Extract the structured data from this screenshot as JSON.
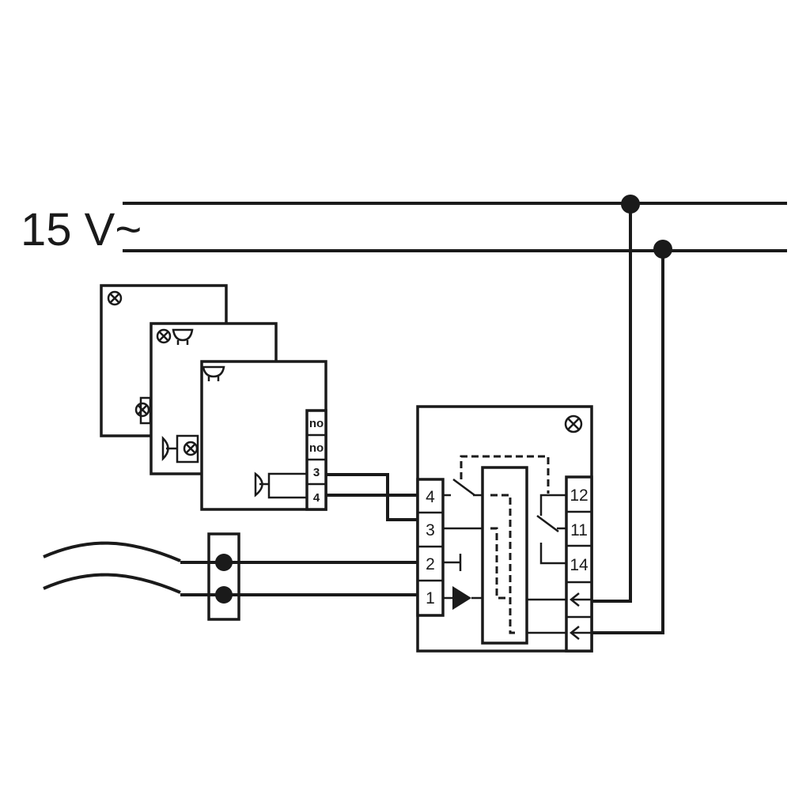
{
  "supply": {
    "label": "15 V~"
  },
  "devices": {
    "a": {
      "terminals": []
    },
    "b": {
      "terminals": []
    },
    "c": {
      "terminals": [
        "no",
        "no",
        "3",
        "4"
      ]
    }
  },
  "relay": {
    "left_terminals": [
      "4",
      "3",
      "2",
      "1"
    ],
    "right_terminals": [
      "12",
      "11",
      "14"
    ]
  },
  "colors": {
    "line": "#1a1a1a",
    "background": "#ffffff"
  },
  "icons": [
    "lamp-icon",
    "bell-icon",
    "junction-dot",
    "diode-triangle",
    "arrow-left-icon"
  ]
}
